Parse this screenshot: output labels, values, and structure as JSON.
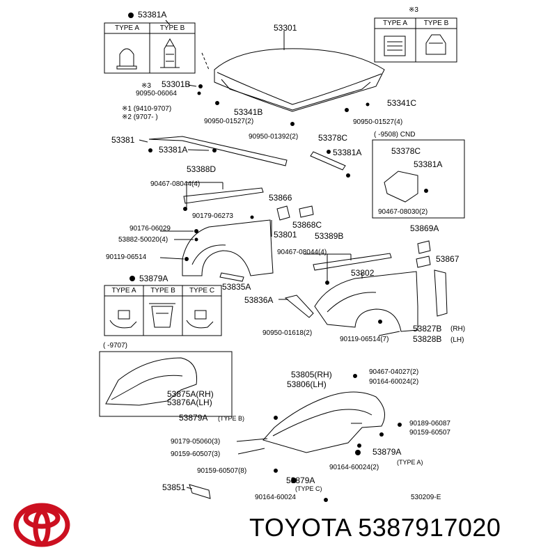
{
  "labels": {
    "l53381A_top": "53381A",
    "l53301": "53301",
    "l3note": "※3",
    "l53301B": "53301B",
    "l3note_b": "※3",
    "l9095006064": "90950-06064",
    "lnote1": "※1 (9410-9707)",
    "lnote2": "※2 (9707-        )",
    "l53341B": "53341B",
    "l53341C": "53341C",
    "l9095001527_2": "90950-01527(2)",
    "l9095001527_4": "90950-01527(4)",
    "l9095001392": "90950-01392(2)",
    "l53381": "53381",
    "l53381A_mid": "53381A",
    "l53378C": "53378C",
    "l53381A_right": "53381A",
    "l9508cnd": "(     -9508) CND",
    "l53378C_box": "53378C",
    "l53381A_box": "53381A",
    "l9046708030": "90467-08030(2)",
    "l53388D": "53388D",
    "l9046708044_4a": "90467-08044(4)",
    "l9017906273": "90179-06273",
    "l53866": "53866",
    "l53868C": "53868C",
    "l9017606029": "90176-06029",
    "l53801": "53801",
    "l5388250020": "53882-50020(4)",
    "l53389B": "53389B",
    "l53869A": "53869A",
    "l9046708044_4b": "90467-08044(4)",
    "l9011906514": "90119-06514",
    "l53867": "53867",
    "l53879A_c": "53879A",
    "l53802": "53802",
    "l53835A": "53835A",
    "l53836A": "53836A",
    "l9095001618": "90950-01618(2)",
    "l9011906514_7": "90119-06514(7)",
    "l53827B": "53827B",
    "lRH": "(RH)",
    "l53828B": "53828B",
    "lLH": "(LH)",
    "l9707": "(       -9707)",
    "l53875A": "53875A(RH)",
    "l53876A": "53876A(LH)",
    "l53805": "53805(RH)",
    "l53806": "53806(LH)",
    "l9046704027": "90467-04027(2)",
    "l9016460024_2a": "90164-60024(2)",
    "l53879A_typeB": "53879A",
    "ltypeB": "(TYPE  B)",
    "l9018906087": "90189-06087",
    "l9015960507": "90159-60507",
    "l9017905060": "90179-05060(3)",
    "l9015960507_3": "90159-60507(3)",
    "l53879A_typeA": "53879A",
    "ltypeA": "(TYPE  A)",
    "l9016460024_2b": "90164-60024(2)",
    "l9015960507_8": "90159-60507(8)",
    "l53879A_typeC": "53879A",
    "ltypeC": "(TYPE  C)",
    "l53851": "53851",
    "l9016460024": "90164-60024",
    "lref": "530209-E"
  },
  "type_headers": {
    "top_a": "TYPE A",
    "top_b": "TYPE B",
    "tr_a": "TYPE A",
    "tr_b": "TYPE B",
    "mid_a": "TYPE A",
    "mid_b": "TYPE B",
    "mid_c": "TYPE C"
  },
  "footer": {
    "brand": "TOYOTA",
    "part_number": "5387917020",
    "brand_color": "#cc1020"
  }
}
